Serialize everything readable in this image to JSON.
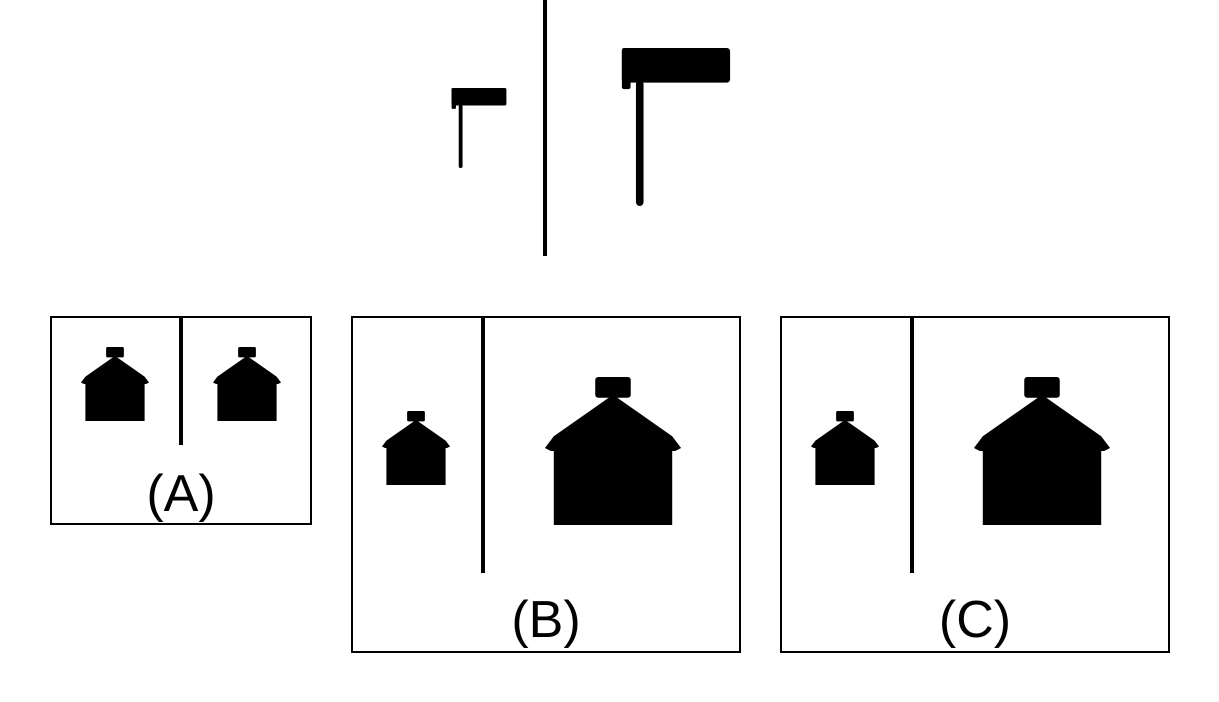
{
  "colors": {
    "red": "#d8262a",
    "red_dark": "#b71c1c",
    "red_roof": "#e03b2e",
    "green": "#4cae3c",
    "green_dark": "#2f8f26",
    "blue": "#4a3fd1",
    "blue_dark": "#3222a8",
    "line": "#000000"
  },
  "top": {
    "left_icon": "small-red-flag-icon",
    "right_icon": "large-green-flag-icon"
  },
  "options": [
    {
      "label": "(A)",
      "left_icon": "small-red-barn-icon",
      "right_icon": "small-red-barn-icon"
    },
    {
      "label": "(B)",
      "left_icon": "small-red-barn-icon",
      "right_icon": "large-green-barn-icon"
    },
    {
      "label": "(C)",
      "left_icon": "small-red-barn-icon",
      "right_icon": "large-blue-barn-icon"
    }
  ]
}
